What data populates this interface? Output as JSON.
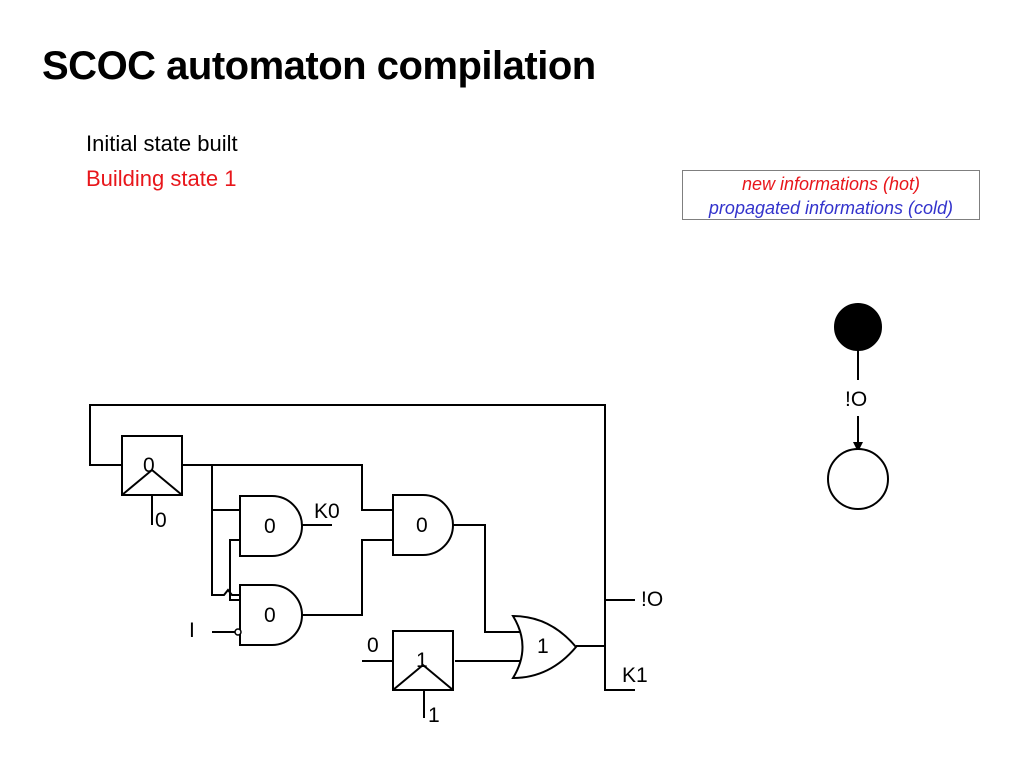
{
  "slide": {
    "title": "SCOC automaton compilation",
    "status": [
      "Initial state built",
      "Building state 1"
    ]
  },
  "legend": {
    "hot": "new informations (hot)",
    "cold": "propagated informations (cold)"
  },
  "colors": {
    "hot": "#e8161b",
    "cold": "#3333cc",
    "status_done": "#000000",
    "status_active": "#e8161b",
    "wire": "#000000"
  },
  "circuit": {
    "register_top_value": "0",
    "register_top_input": "0",
    "and_top_value": "0",
    "and_top_output": "K0",
    "and_bottom_value": "0",
    "and_right_value": "0",
    "input_label": "I",
    "register_bottom_value": "1",
    "register_bottom_input": "0",
    "register_bottom_reset": "1",
    "or_value": "1",
    "output_o": "!O",
    "output_k1": "K1"
  },
  "automaton": {
    "initial_state_icon": "filled-circle",
    "transition_label": "!O",
    "new_state_icon": "empty-circle"
  }
}
